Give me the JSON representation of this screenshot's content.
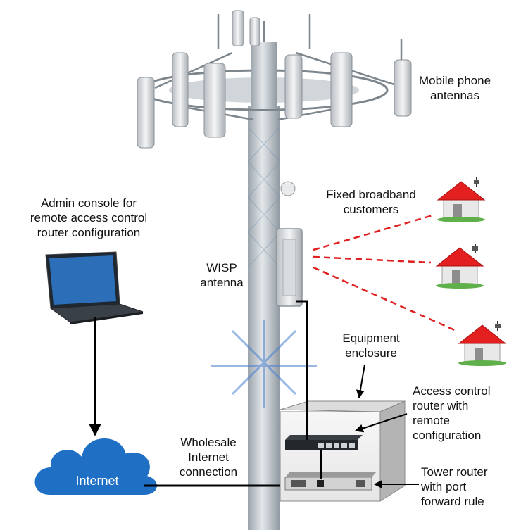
{
  "labels": {
    "mobile_antennas": [
      "Mobile phone",
      "antennas"
    ],
    "fixed_broadband": [
      "Fixed broadband",
      "customers"
    ],
    "admin_console": [
      "Admin console for",
      "remote access control",
      "router configuration"
    ],
    "wisp_antenna": [
      "WISP",
      "antenna"
    ],
    "equipment_enclosure": [
      "Equipment",
      "enclosure"
    ],
    "access_router": [
      "Access control",
      "router with",
      "remote",
      "configuration"
    ],
    "wholesale": [
      "Wholesale",
      "Internet",
      "connection"
    ],
    "tower_router": [
      "Tower router",
      "with port",
      "forward rule"
    ],
    "internet": "Internet"
  },
  "colors": {
    "link_dashed": "#e02020",
    "cloud": "#1f6fc4",
    "house_roof": "#e41f1f",
    "house_wall": "#e8e8e8",
    "tower": "#c9d0d6"
  },
  "icons": [
    "laptop-icon",
    "cloud-icon",
    "house-icon",
    "antenna-icon",
    "router-icon",
    "switch-icon"
  ]
}
